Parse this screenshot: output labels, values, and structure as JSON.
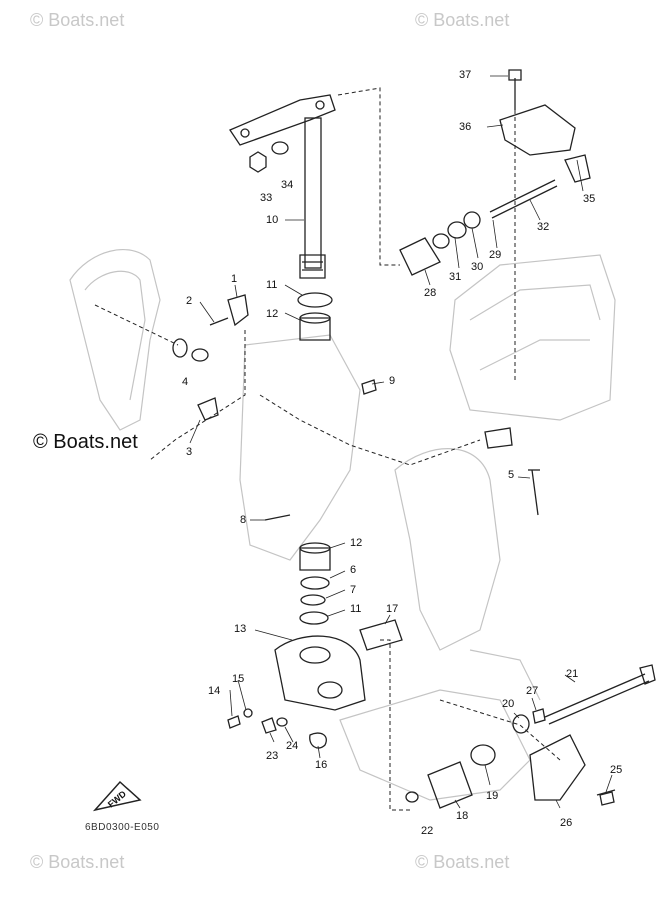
{
  "watermarks": {
    "top_left": "© Boats.net",
    "top_right": "© Boats.net",
    "middle": "© Boats.net",
    "bottom_left": "© Boats.net",
    "bottom_right": "© Boats.net"
  },
  "drawing_code": "6BD0300-E050",
  "fwd_label": "FWD",
  "callouts": [
    "1",
    "2",
    "3",
    "4",
    "5",
    "6",
    "7",
    "8",
    "9",
    "10",
    "11",
    "11",
    "12",
    "12",
    "13",
    "14",
    "15",
    "16",
    "17",
    "20",
    "21",
    "22",
    "23",
    "24",
    "25",
    "26",
    "27",
    "28",
    "29",
    "30",
    "31",
    "32",
    "33",
    "34",
    "35",
    "36",
    "37",
    "18",
    "19"
  ],
  "colors": {
    "line": "#222222",
    "ghost": "#c4c4c4",
    "watermark": "#c8c8c8"
  }
}
